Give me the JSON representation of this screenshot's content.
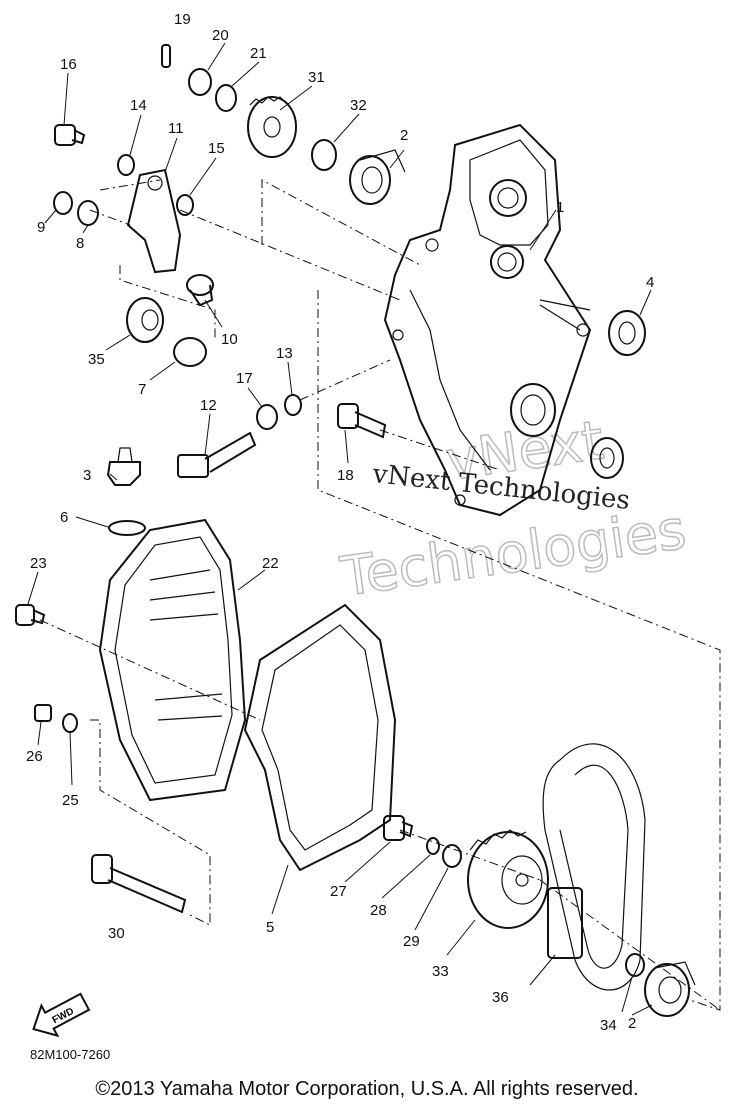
{
  "diagram": {
    "callouts": [
      "1",
      "2",
      "2",
      "3",
      "4",
      "5",
      "6",
      "7",
      "8",
      "9",
      "10",
      "11",
      "12",
      "13",
      "14",
      "15",
      "16",
      "17",
      "18",
      "19",
      "20",
      "21",
      "22",
      "23",
      "25",
      "26",
      "27",
      "28",
      "29",
      "30",
      "31",
      "32",
      "33",
      "34",
      "35",
      "36"
    ],
    "fwd_label": "FWD",
    "diagram_code": "82M100-7260"
  },
  "watermark": {
    "line1": "vNext Technologies",
    "line2": "vNext",
    "line3": "Technologies"
  },
  "footer": {
    "copyright": "©2013 Yamaha Motor Corporation, U.S.A. All rights reserved."
  }
}
